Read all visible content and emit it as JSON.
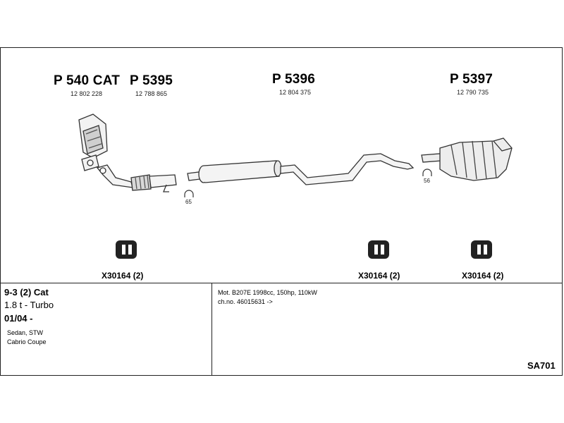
{
  "parts": {
    "cat": {
      "part_no": "P 540 CAT",
      "oe_no": "12 802 228"
    },
    "front": {
      "part_no": "P 5395",
      "oe_no": "12 788 865"
    },
    "middle": {
      "part_no": "P 5396",
      "oe_no": "12 804 375"
    },
    "rear": {
      "part_no": "P 5397",
      "oe_no": "12 790 735"
    }
  },
  "clamps": {
    "front": "65",
    "rear": "56"
  },
  "mounts": [
    {
      "label": "X30164 (2)"
    },
    {
      "label": "X30164 (2)"
    },
    {
      "label": "X30164 (2)"
    }
  ],
  "vehicle": {
    "model": "9-3 (2) Cat",
    "engine_size": "1.8 t - Turbo",
    "date": "01/04 -",
    "body_1": "Sedan, STW",
    "body_2": "Cabrio Coupe"
  },
  "engine": {
    "line1": "Mot. B207E 1998cc, 150hp, 110kW",
    "line2": "ch.no. 46015631 ->"
  },
  "system_code": "SA701"
}
